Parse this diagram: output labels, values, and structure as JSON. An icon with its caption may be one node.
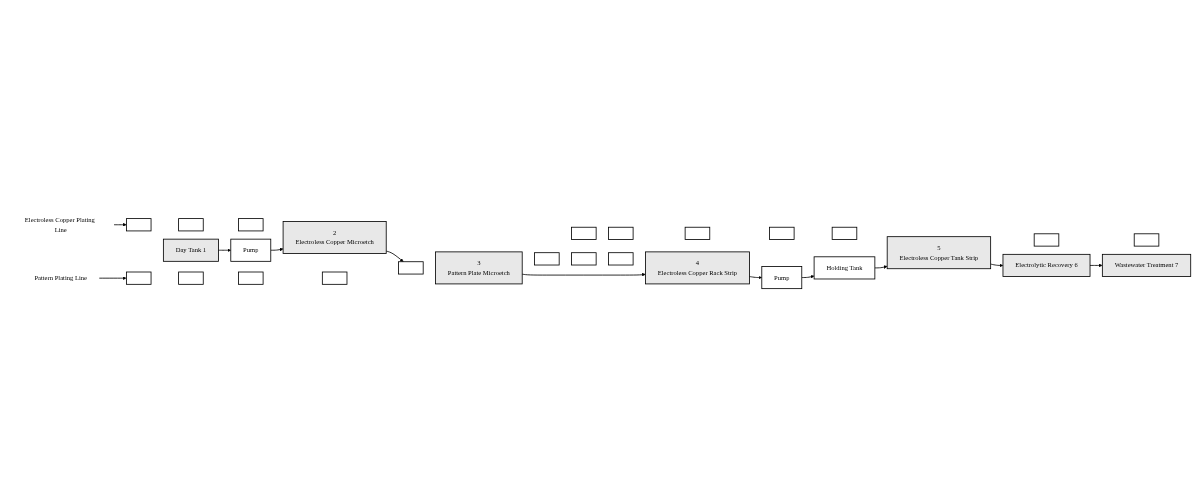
{
  "diagram": {
    "nodes": [
      {
        "text": [
          "Electroless Copper Plating Line"
        ]
      },
      {
        "text": [],
        "shape": "box"
      },
      {
        "text": [],
        "shape": "box"
      },
      {
        "text": [],
        "shape": "box"
      },
      {
        "text": [
          "2",
          "Electroless Copper Microetch"
        ]
      },
      {
        "text": [],
        "shape": "box"
      },
      {
        "text": [],
        "shape": "box"
      },
      {
        "text": [],
        "shape": "box"
      },
      {
        "text": [],
        "shape": "box"
      },
      {
        "text": [],
        "shape": "box"
      },
      {
        "text": [
          "5",
          "Electroless Copper Tank Strip"
        ]
      },
      {
        "text": [],
        "shape": "box"
      },
      {
        "text": [],
        "shape": "box"
      },
      {
        "text": [
          "Day Tank 1"
        ]
      },
      {
        "text": [
          "Pump"
        ]
      },
      {
        "text": [
          "Electrolytic Recovery 6"
        ]
      },
      {
        "text": [
          "Wastewater Treatment 7"
        ]
      },
      {
        "text": [
          "Pump"
        ]
      },
      {
        "text": [
          "Pattern Plating Line"
        ]
      },
      {
        "text": [],
        "shape": "box"
      },
      {
        "text": [],
        "shape": "box"
      },
      {
        "text": [],
        "shape": "box"
      },
      {
        "text": [],
        "shape": "box"
      },
      {
        "text": [],
        "shape": "box"
      },
      {
        "text": [
          "3",
          "Pattern Plate Microetch"
        ]
      },
      {
        "text": [],
        "shape": "box"
      },
      {
        "text": [],
        "shape": "box"
      },
      {
        "text": [],
        "shape": "box"
      },
      {
        "text": [
          "4",
          "Electroless Copper Rack Strip"
        ]
      },
      {
        "text": [
          "Holding Tank"
        ]
      }
    ],
    "edges": [
      {
        "from": 0,
        "to": 1,
        "arrow": "to"
      },
      {
        "from": 13,
        "to": 14,
        "arrow": "to"
      },
      {
        "from": 14,
        "to": 4,
        "arrow": "to"
      },
      {
        "from": 4,
        "to": 23,
        "arrow": "to"
      },
      {
        "from": 24,
        "to": 28,
        "arrow": "to"
      },
      {
        "from": 28,
        "to": 17,
        "arrow": "to"
      },
      {
        "from": 17,
        "to": 29,
        "arrow": "to"
      },
      {
        "from": 29,
        "to": 10,
        "arrow": "to"
      },
      {
        "from": 10,
        "to": 15,
        "arrow": "to"
      },
      {
        "from": 15,
        "to": 16,
        "arrow": "to"
      },
      {
        "from": 18,
        "to": 19,
        "arrow": "to"
      }
    ]
  }
}
